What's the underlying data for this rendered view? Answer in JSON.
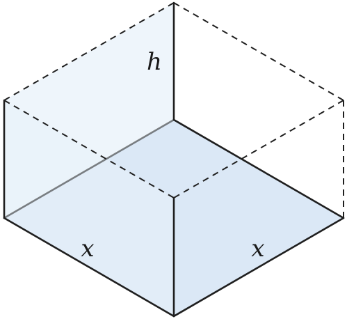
{
  "labels": {
    "height": "h",
    "left_side": "x",
    "right_side": "x"
  },
  "colors": {
    "face_fill": "#dbe8f6",
    "wall_fill": "#e8f1fa",
    "edge": "#1f1f1f",
    "hidden_edge": "#1f1f1f"
  }
}
